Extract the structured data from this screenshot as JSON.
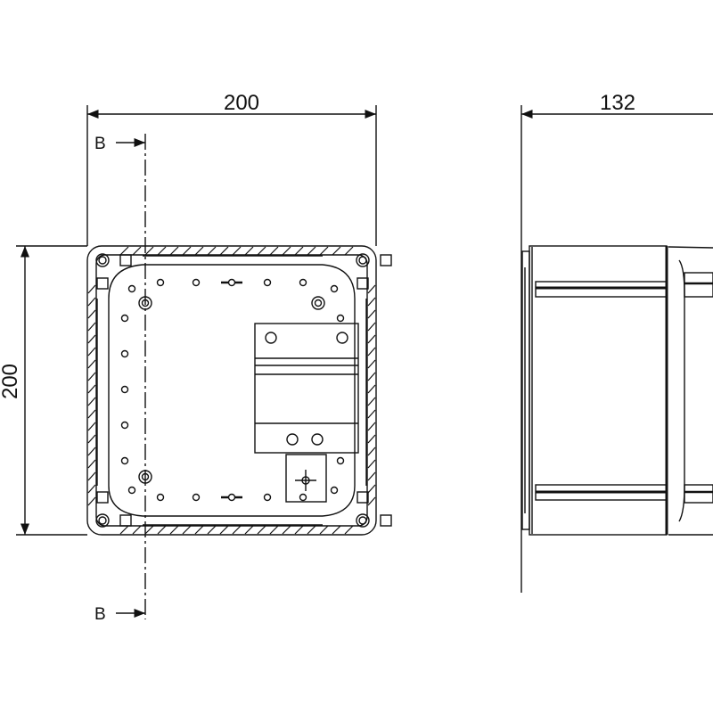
{
  "drawing": {
    "front_view": {
      "width_dimension": "200",
      "height_dimension": "200",
      "section_label_top": "B",
      "section_label_bottom": "B"
    },
    "side_view": {
      "depth_dimension": "132"
    },
    "line_color": "#111111",
    "background_color": "#ffffff"
  }
}
